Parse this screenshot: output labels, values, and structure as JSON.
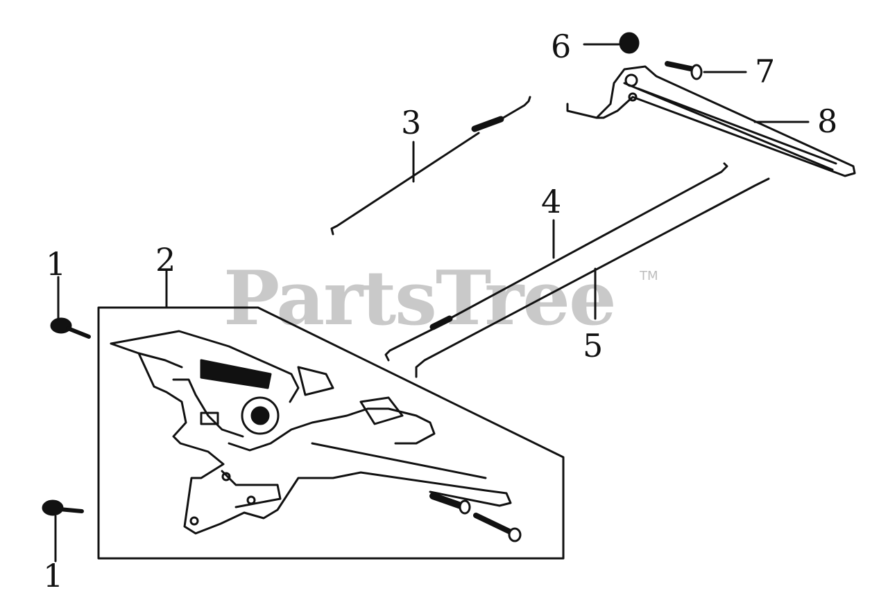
{
  "diagram": {
    "watermark": "PartsTree",
    "watermark_tm": "TM",
    "callouts": [
      {
        "id": "c1-top",
        "label": "1"
      },
      {
        "id": "c1-bottom",
        "label": "1"
      },
      {
        "id": "c2",
        "label": "2"
      },
      {
        "id": "c3",
        "label": "3"
      },
      {
        "id": "c4",
        "label": "4"
      },
      {
        "id": "c5",
        "label": "5"
      },
      {
        "id": "c6",
        "label": "6"
      },
      {
        "id": "c7",
        "label": "7"
      },
      {
        "id": "c8",
        "label": "8"
      }
    ]
  }
}
